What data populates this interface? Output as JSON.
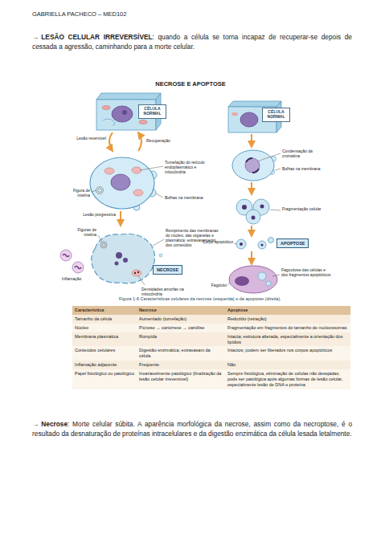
{
  "diagram": {
    "title": "NECROSE E APOPTOSE",
    "caption": "Figura 1-6 Características celulares da necrose (esquerda) e da apoptose (direita).",
    "nodes": [
      {
        "text": [
          "CÉLULA NORMAL"
        ]
      },
      {
        "text": [
          "CÉLULA NORMAL"
        ]
      },
      {
        "text": [
          "NECROSE"
        ]
      },
      {
        "text": [
          "APOPTOSE"
        ]
      }
    ],
    "labels": [
      "GABRIELLA PACHECO – MED102",
      "→",
      "LESÃO CELULAR IRREVERSÍVEL",
      ": quando a célula se torna incapaz de recuperar-se depois de cessada a agressão, caminhando para a morte celular.",
      "Lesão reversível",
      "Recuperação",
      "Tumefação do retículo endoplasmático e mitocôndria",
      "Figura de mielina",
      "Bolhas na membrana",
      "Lesão progressiva",
      "Figuras de mielina",
      "Rompimento das membranas do núcleo, das organelas e plasmática; extravasamento dos conteúdos",
      "Inflamação",
      "Densidades amorfas na mitocôndria",
      "Condensação da cromatina",
      "Bolhas na membrana",
      "Fragmentação celular",
      "Corpo apoptótico",
      "Fagócito",
      "Fagocitose das células e dos fragmentos apoptóticos",
      "Característica",
      "Necrose",
      "Apoptose",
      "Tamanho da célula",
      "Aumentado (tumefação)",
      "Reduzido (retração)",
      "Núcleo",
      "Picnose → cariorrexe → cariólise",
      "Fragmentação em fragmentos do tamanho de nucleossomas",
      "Membrana plasmática",
      "Rompida",
      "Intacta; estrutura alterada, especialmente a orientação dos lipídios",
      "Conteúdos celulares",
      "Digestão enzimática; extravasam da célula",
      "Intactos; podem ser liberados nos corpos apoptóticos",
      "Inflamação adjacente",
      "Frequente",
      "Não",
      "Papel fisiológico ou patológico",
      "Invariavelmente patológico (finalização da lesão celular irreversível)",
      "Sempre fisiológica, eliminação de células não desejadas; pode ser patológica após algumas formas de lesão celular, especialmente lesão de DNA e proteína",
      "→",
      "Necrose",
      ": Morte celular súbita. A aparência morfológica da necrose, assim como da necroptose, é o resultado da desnaturação de proteínas intracelulares e da digestão enzimática da célula lesada letalmente."
    ]
  }
}
